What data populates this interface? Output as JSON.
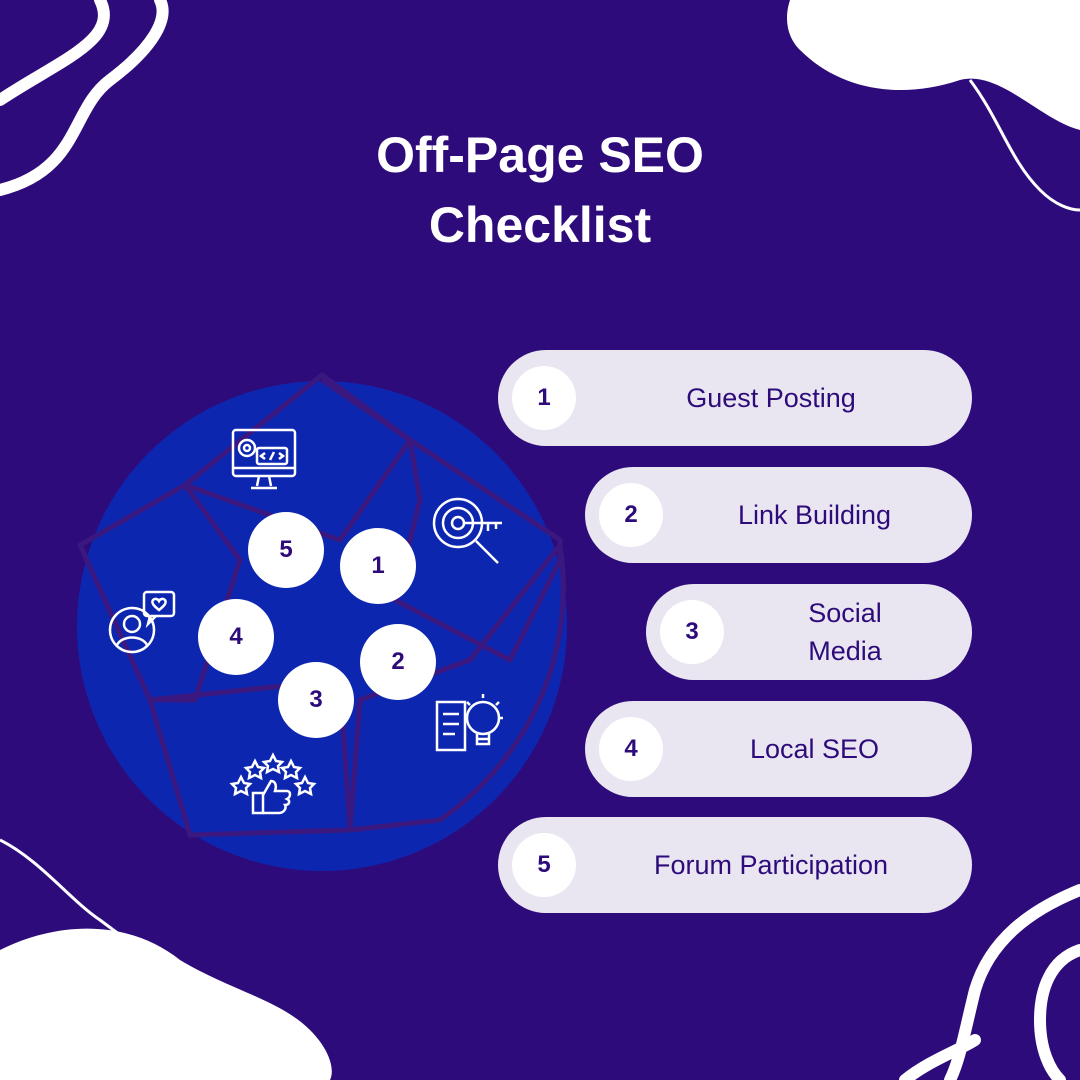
{
  "title": {
    "line1": "Off-Page SEO",
    "line2": "Checklist"
  },
  "colors": {
    "background": "#2e0b7a",
    "wheel": "#0d26b0",
    "pill": "#e9e6f2",
    "text": "#2e0b7a",
    "white": "#ffffff"
  },
  "wheel": {
    "segments": [
      {
        "number": "1",
        "icon": "target-key-search-icon"
      },
      {
        "number": "2",
        "icon": "document-lightbulb-icon"
      },
      {
        "number": "3",
        "icon": "thumbs-up-stars-icon"
      },
      {
        "number": "4",
        "icon": "user-heart-chat-icon"
      },
      {
        "number": "5",
        "icon": "monitor-code-gear-icon"
      }
    ]
  },
  "checklist": [
    {
      "number": "1",
      "label": "Guest Posting"
    },
    {
      "number": "2",
      "label": "Link Building"
    },
    {
      "number": "3",
      "label": "Social\nMedia"
    },
    {
      "number": "4",
      "label": "Local SEO"
    },
    {
      "number": "5",
      "label": "Forum Participation"
    }
  ]
}
